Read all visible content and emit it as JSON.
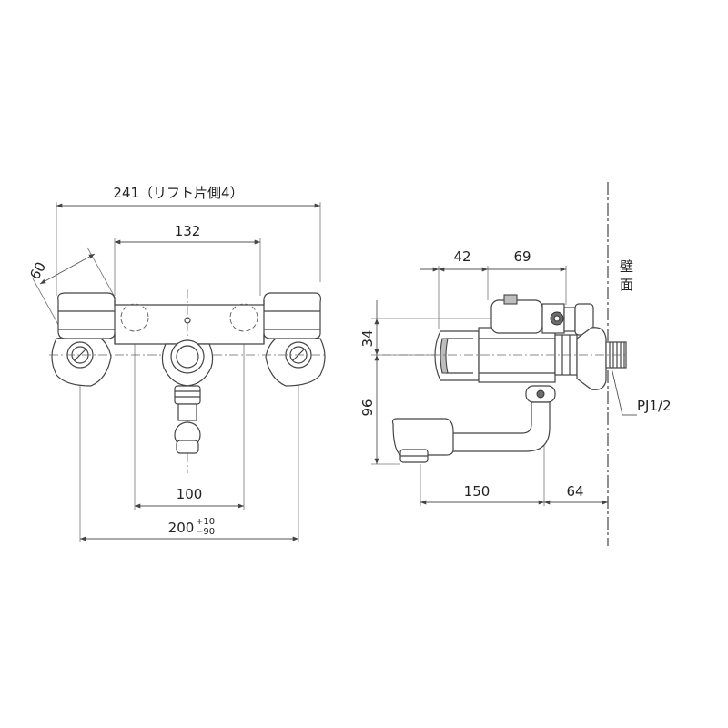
{
  "front_view": {
    "dim_overall": "241（リフト片側4）",
    "dim_handles": "132",
    "dim_angle": "60",
    "dim_inner": "100",
    "dim_pitch_main": "200",
    "dim_pitch_tol_plus": "+10",
    "dim_pitch_tol_minus": "−90"
  },
  "side_view": {
    "dim_42": "42",
    "dim_69": "69",
    "dim_34": "34",
    "dim_96": "96",
    "dim_150": "150",
    "dim_64": "64",
    "wall_label_1": "壁",
    "wall_label_2": "面",
    "pipe_thread": "PJ1/2"
  }
}
